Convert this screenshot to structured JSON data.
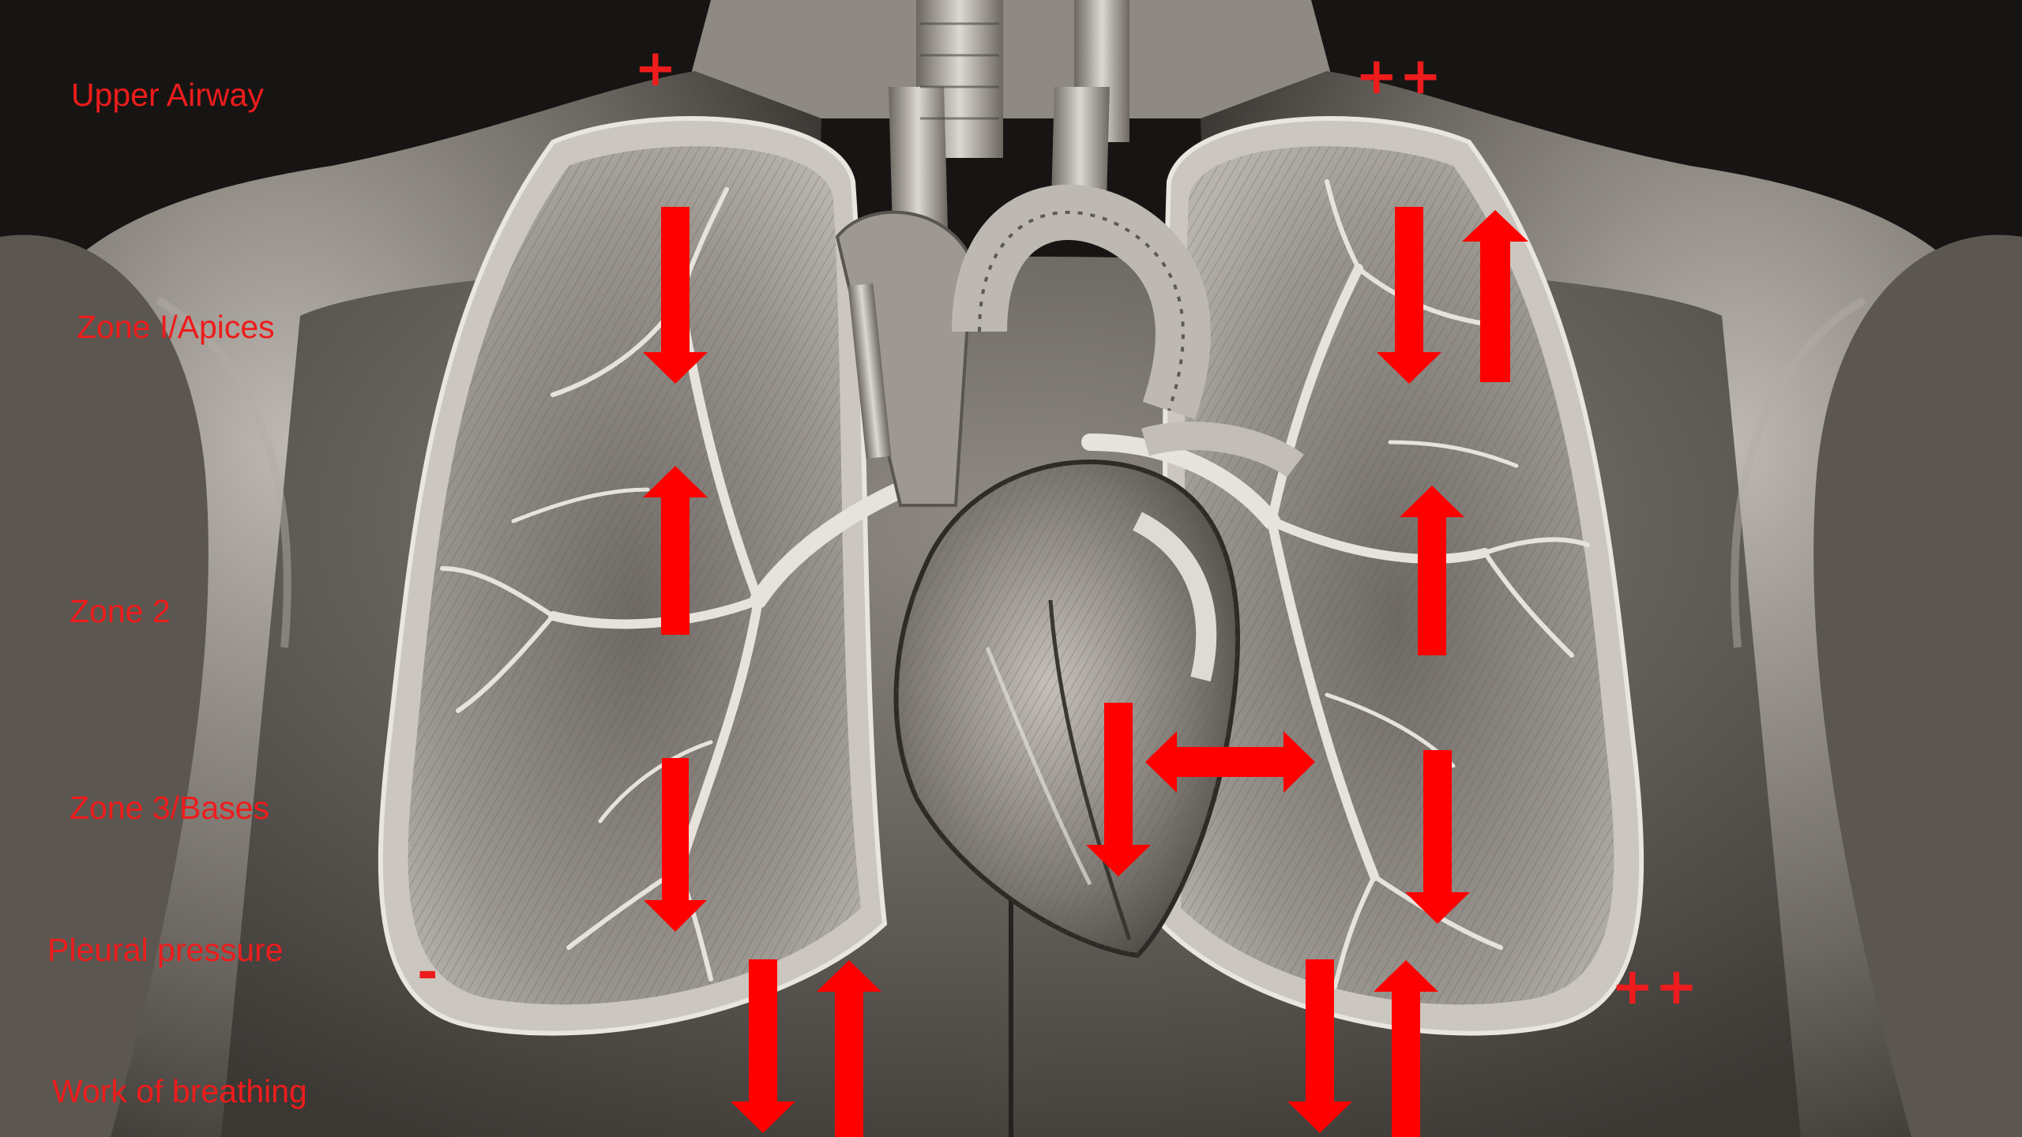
{
  "labels": {
    "upper_airway": "Upper Airway",
    "zone1": "Zone I/Apices",
    "zone2": "Zone 2",
    "zone3": "Zone 3/Bases",
    "pleural": "Pleural pressure",
    "work": "Work of breathing"
  },
  "symbols": {
    "upper_airway_left": "+",
    "upper_airway_right": "++",
    "pleural_left": "-",
    "pleural_right": "++"
  },
  "colors": {
    "annotation": "#ee1c1c",
    "arrow": "#ff0000",
    "background": "#171513",
    "tissue_light": "#d9d5cf",
    "tissue_mid": "#8a857e",
    "tissue_dark": "#3a3632"
  },
  "illustration": {
    "subject": "grayscale anatomical illustration of human torso with lungs, heart and airways"
  }
}
